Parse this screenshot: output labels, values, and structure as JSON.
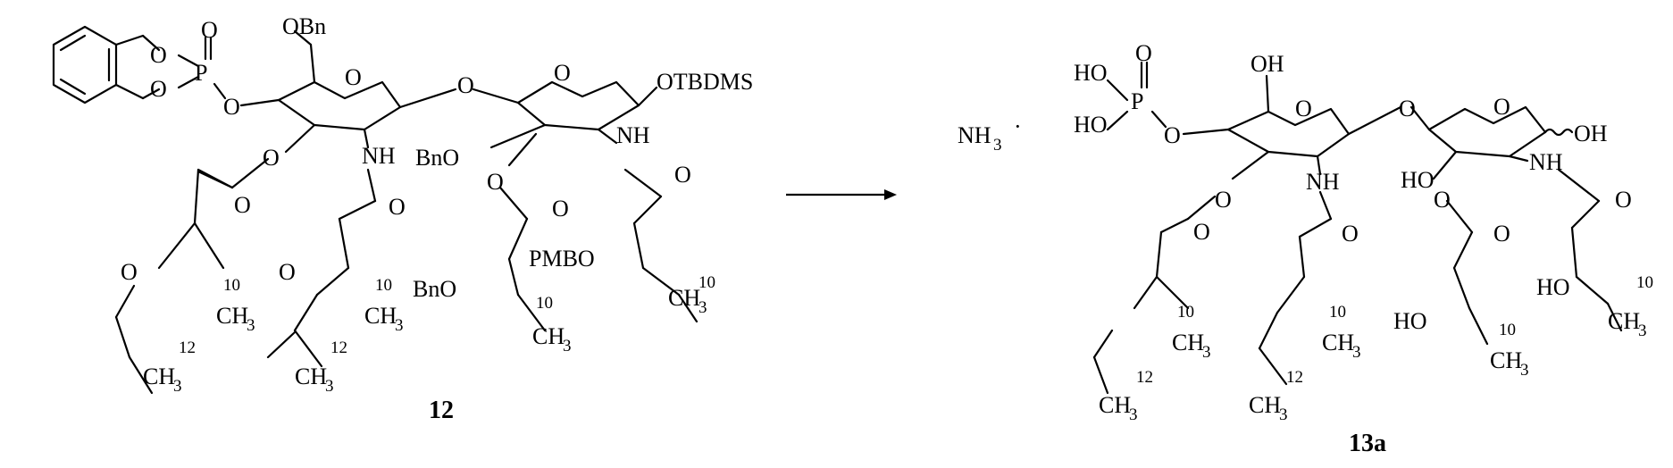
{
  "scheme": {
    "compound_12": {
      "id": "12",
      "atoms": [
        "O",
        "O",
        "P",
        "O",
        "O",
        "O",
        "O",
        "O",
        "O",
        "O",
        "O",
        "O",
        "O",
        "O",
        "O",
        "O"
      ],
      "groups": {
        "obn_top": "OBn",
        "otbdms": "OTBDMS",
        "nh_a": "NH",
        "nh_b": "NH",
        "bno_a": "BnO",
        "bno_b": "BnO",
        "pmbo": "PMBO",
        "ch3_a": "CH",
        "ch3_b": "CH",
        "ch3_c": "CH",
        "ch3_d": "CH",
        "ch3_e": "CH",
        "ch3_f": "CH"
      },
      "subscripts": {
        "three": "3",
        "n10": "10",
        "n12": "12"
      }
    },
    "compound_13a": {
      "id": "13a",
      "reagent": "NH",
      "reagent_sub": "3",
      "dot": "·",
      "groups": {
        "ho_a": "HO",
        "ho_b": "HO",
        "oh_top": "OH",
        "oh_anomeric": "OH",
        "nh_a": "NH",
        "nh_b": "NH",
        "ho_c": "HO",
        "ho_d": "HO",
        "ho_e": "HO",
        "p": "P",
        "o": "O",
        "ch": "CH"
      }
    }
  }
}
